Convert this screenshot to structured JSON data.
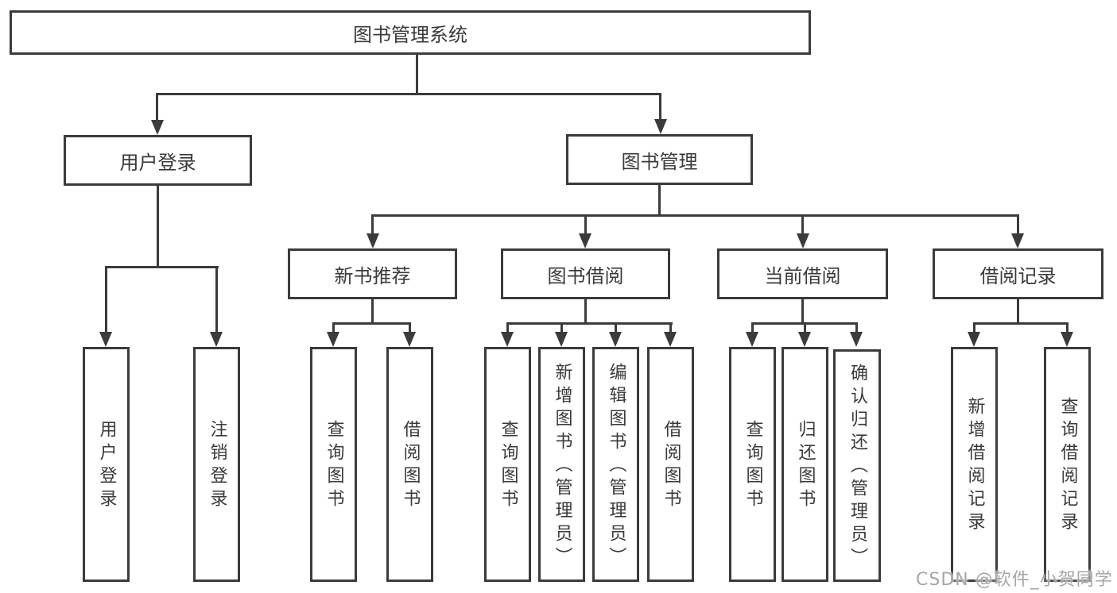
{
  "colors": {
    "line": "#3b3b3b",
    "text": "#3a3a3a",
    "watermark": "#a6a6a6",
    "background": "#ffffff"
  },
  "root": {
    "label": "图书管理系统"
  },
  "level2": {
    "user_login": {
      "label": "用户登录"
    },
    "book_management": {
      "label": "图书管理"
    }
  },
  "level3": {
    "new_book_recommend": {
      "label": "新书推荐"
    },
    "book_borrow": {
      "label": "图书借阅"
    },
    "current_borrow": {
      "label": "当前借阅"
    },
    "borrow_records": {
      "label": "借阅记录"
    }
  },
  "leaves": {
    "user_login_children": [
      "用户登录",
      "注销登录"
    ],
    "new_book_children": [
      "查询图书",
      "借阅图书"
    ],
    "book_borrow_children": [
      "查询图书",
      "新增图书（管理员）",
      "编辑图书（管理员）",
      "借阅图书"
    ],
    "current_borrow_children": [
      "查询图书",
      "归还图书",
      "确认归还（管理员）"
    ],
    "borrow_records_children": [
      "新增借阅记录",
      "查询借阅记录"
    ]
  },
  "watermark": {
    "text": "CSDN @软件_小贺同学"
  }
}
